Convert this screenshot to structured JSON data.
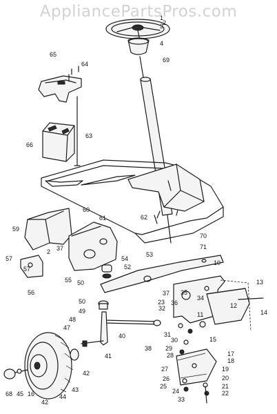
{
  "watermark": "AppliancePartsPros.com",
  "callouts": [
    "1",
    "2",
    "3",
    "4",
    "69",
    "65",
    "64",
    "63",
    "66",
    "62",
    "60",
    "61",
    "59",
    "37",
    "2",
    "57",
    "57",
    "56",
    "55",
    "50",
    "52",
    "54",
    "53",
    "10",
    "70",
    "71",
    "13",
    "14",
    "12",
    "37",
    "35",
    "34",
    "36",
    "11",
    "23",
    "32",
    "31",
    "30",
    "15",
    "29",
    "28",
    "17",
    "18",
    "27",
    "19",
    "20",
    "26",
    "21",
    "25",
    "24",
    "22",
    "33",
    "38",
    "50",
    "49",
    "48",
    "47",
    "40",
    "41",
    "42",
    "43",
    "44",
    "16",
    "45",
    "42",
    "68"
  ]
}
